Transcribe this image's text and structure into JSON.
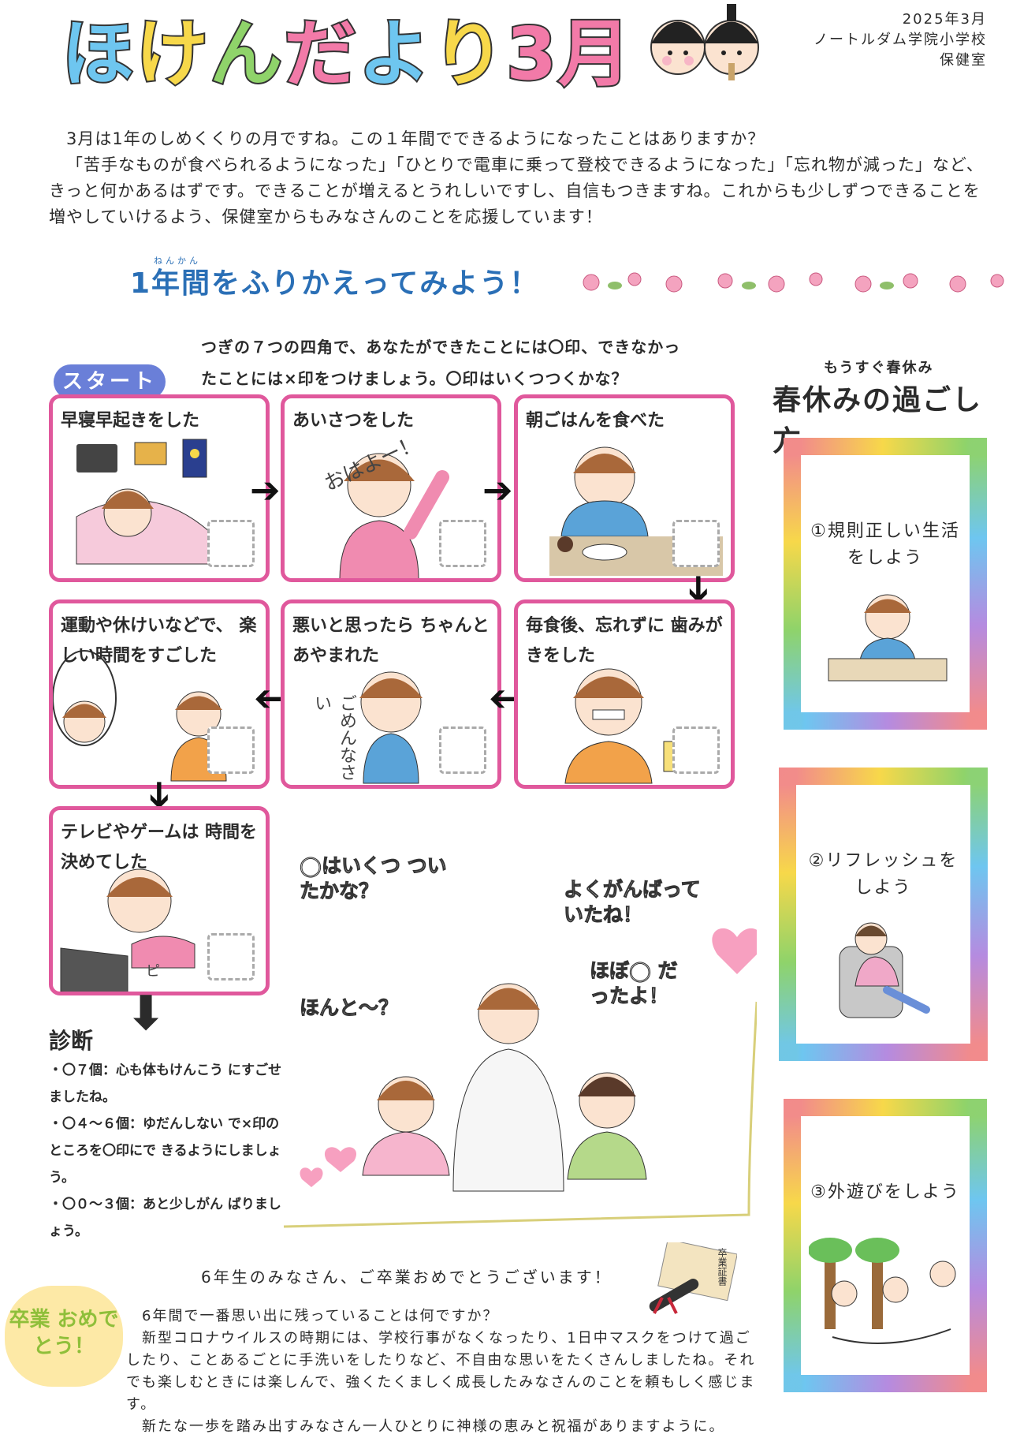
{
  "header": {
    "title_chars": [
      "ほ",
      "け",
      "ん",
      "だ",
      "よ",
      "り",
      "3",
      "月"
    ],
    "date": "2025年3月",
    "school": "ノートルダム学院小学校",
    "office": "保健室"
  },
  "intro": {
    "line1": "3月は1年のしめくくりの月ですね。この１年間でできるようになったことはありますか？",
    "line2": "「苦手なものが食べられるようになった」「ひとりで電車に乗って登校できるようになった」「忘れ物が減った」など、きっと何かあるはずです。できることが増えるとうれしいですし、自信もつきますね。これからも少しずつできることを増やしていけるよう、保健室からもみなさんのことを応援しています！"
  },
  "section": {
    "ruby": "ねんかん",
    "title": "1年間をふりかえってみよう！"
  },
  "instructions": {
    "line1": "つぎの７つの四角で、あなたができたことには〇印、できなかっ",
    "line2": "たことには×印をつけましょう。〇印はいくつつくかな？"
  },
  "start_label": "スタート",
  "boxes": [
    {
      "label": "早寝早起きをした"
    },
    {
      "label": "あいさつをした",
      "speech": "おはよー！"
    },
    {
      "label": "朝ごはんを食べた"
    },
    {
      "label": "毎食後、忘れずに 歯みがきをした"
    },
    {
      "label": "悪いと思ったら ちゃんとあやまれた",
      "speech": "ごめんなさい"
    },
    {
      "label": "運動や休けいなどで、 楽しい時間をすごした"
    },
    {
      "label": "テレビやゲームは 時間を決めてした",
      "speech": "ピ"
    }
  ],
  "bubbles": {
    "q": "◯はいくつ ついたかな？",
    "good": "よくがんばって いたね！",
    "mostly": "ほぼ◯ だったよ！",
    "really": "ほんと～？"
  },
  "diagnosis": {
    "title": "診断",
    "items": [
      "・〇７個：心も体もけんこう にすごせましたね。",
      "・〇４～６個：ゆだんしない で×印のところを〇印にで きるようにしましょう。",
      "・〇０～３個：あと少しがん ばりましょう。"
    ]
  },
  "spring": {
    "pre": "もうすぐ春休み",
    "title": "春休みの過ごし方",
    "items": [
      {
        "text": "①規則正しい生活 をしよう"
      },
      {
        "text": "②リフレッシュを しよう"
      },
      {
        "text": "③外遊びをしよう"
      }
    ]
  },
  "graduation": {
    "badge": "卒業 おめでとう！",
    "title": "6年生のみなさん、ご卒業おめでとうございます！",
    "diploma": "卒業証書",
    "lines": [
      "6年間で一番思い出に残っていることは何ですか？",
      "新型コロナウイルスの時期には、学校行事がなくなったり、1日中マスクをつけて過ごしたり、ことあるごとに手洗いをしたりなど、不自由な思いをたくさんしましたね。それでも楽しむときには楽しんで、強くたくましく成長したみなさんのことを頼もしく感じます。",
      "新たな一歩を踏み出すみなさん一人ひとりに神様の恵みと祝福がありますように。"
    ]
  },
  "colors": {
    "box_border": "#e0589c",
    "section_title": "#2a6fb6",
    "start_badge": "#6a7fd8"
  }
}
